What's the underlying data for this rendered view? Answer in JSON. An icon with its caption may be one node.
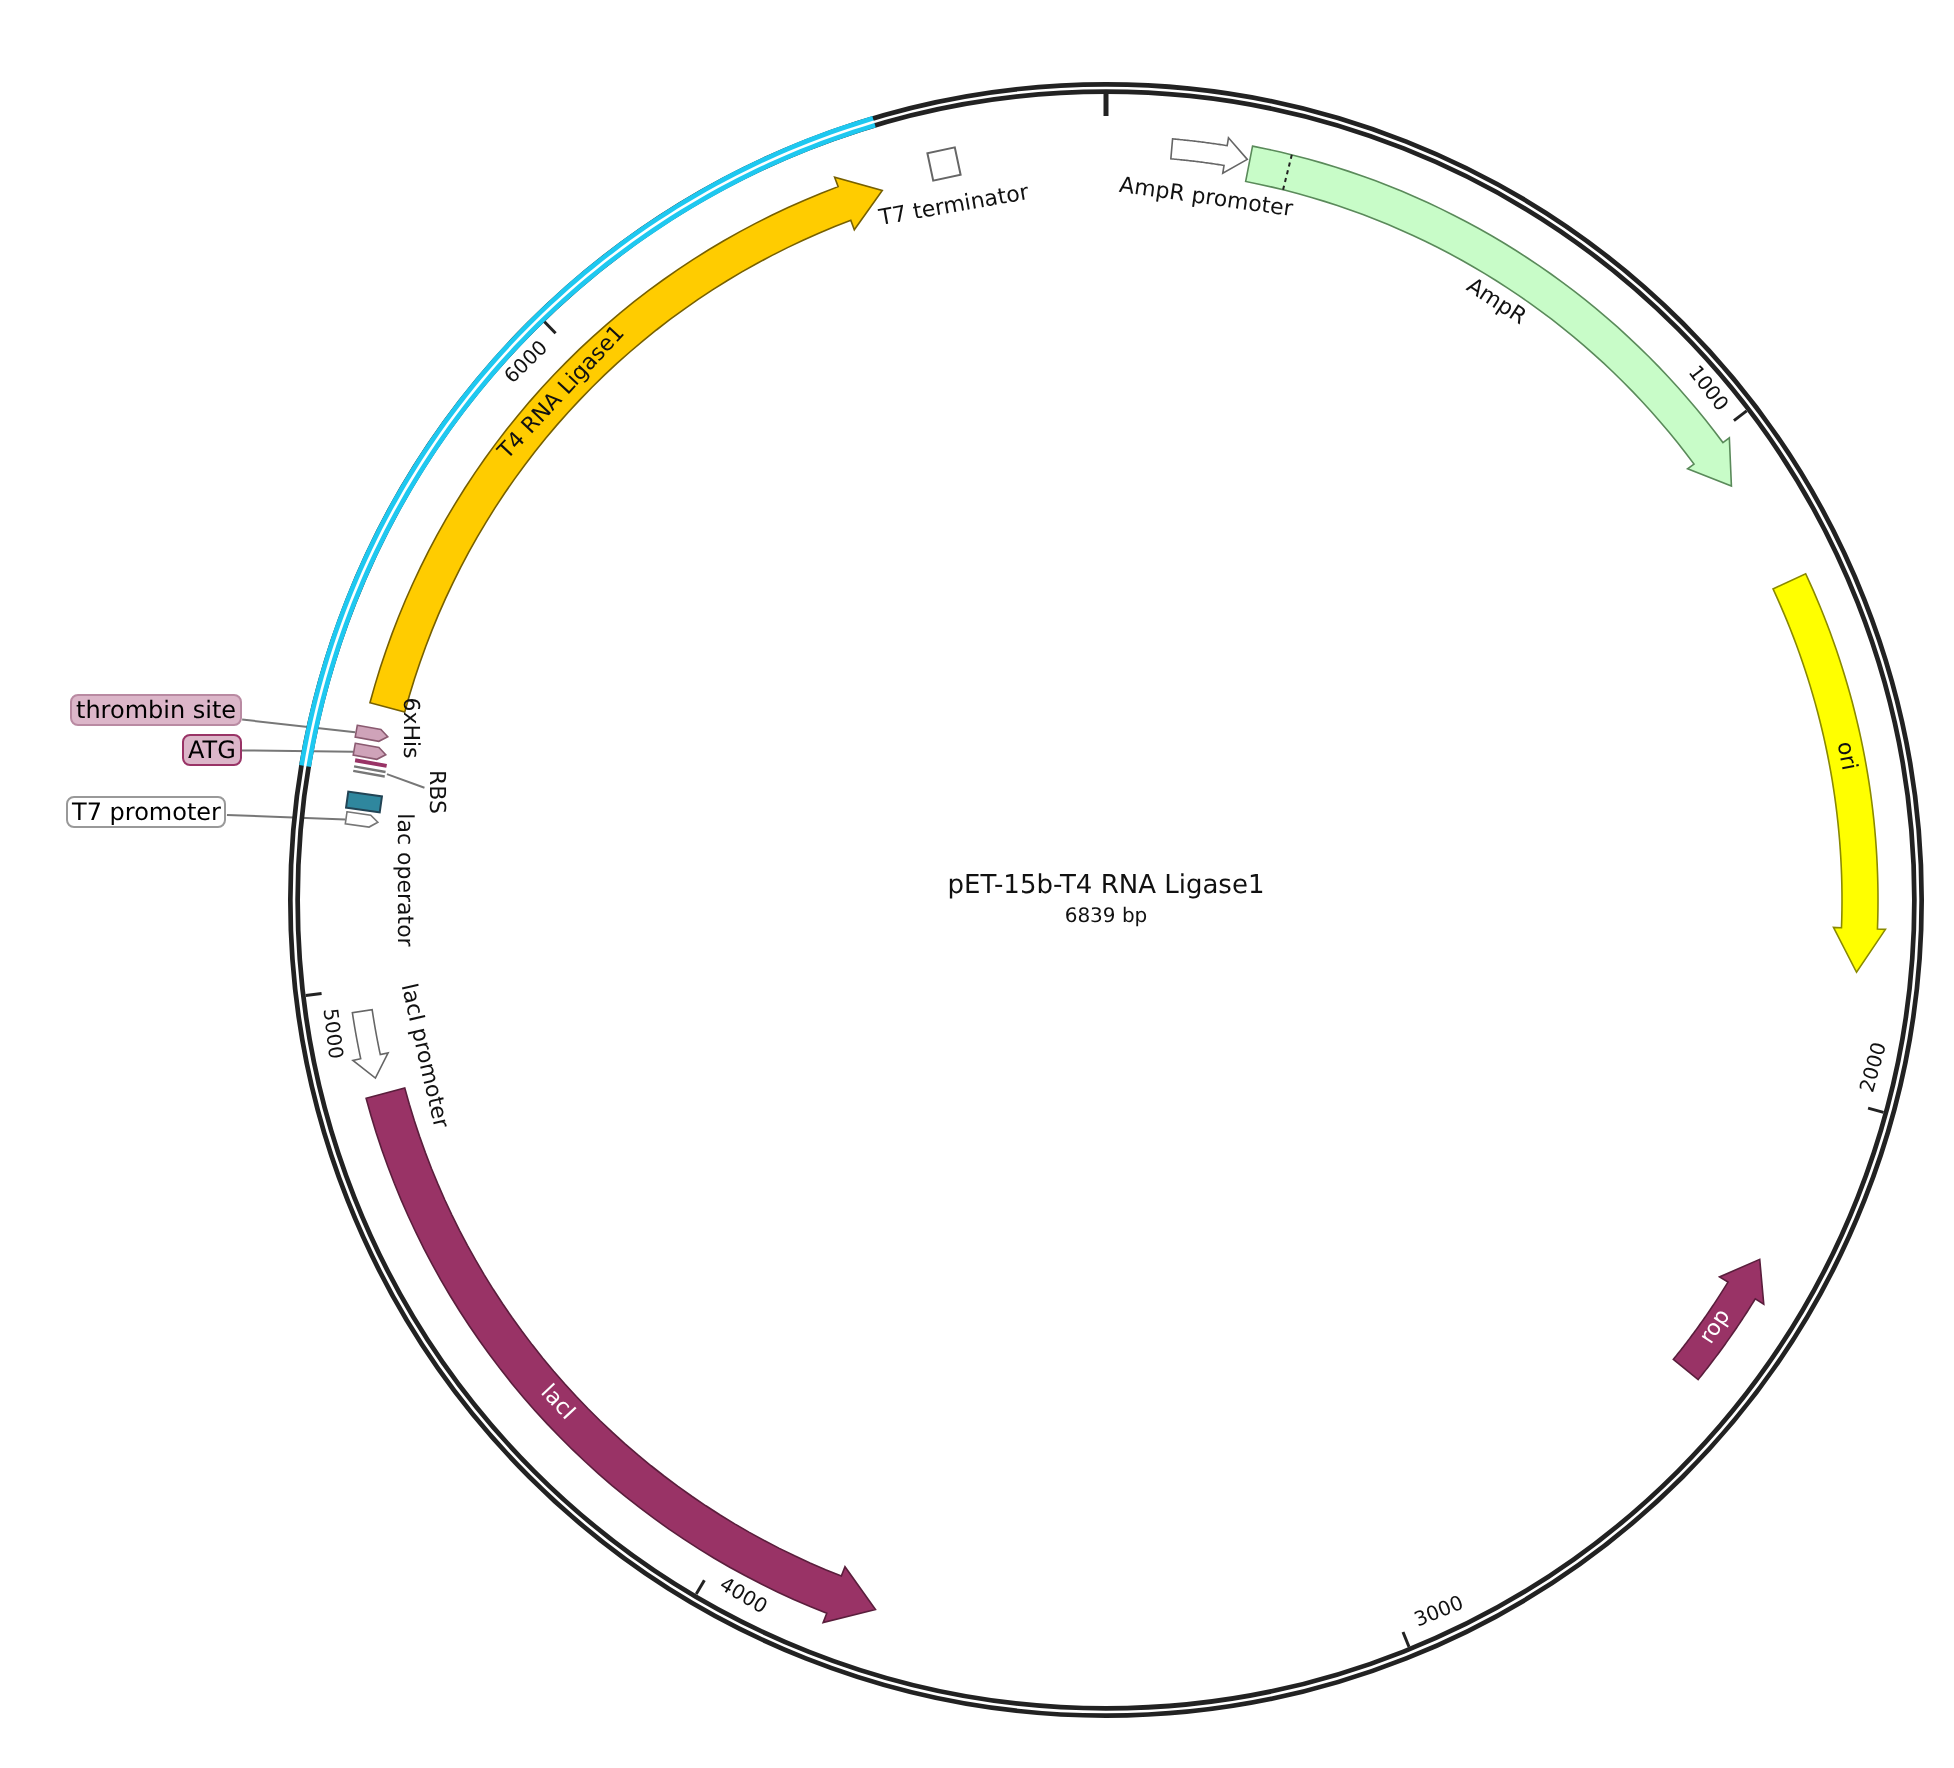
{
  "diagram": {
    "title": "pET-15b-T4 RNA Ligase1",
    "nodes": [
      {
        "text": [
          "thrombin site"
        ]
      },
      {
        "text": [
          "ATG"
        ]
      },
      {
        "text": [
          "T7 promoter"
        ]
      },
      {
        "text": [],
        "shape": "arrow"
      },
      {
        "text": [],
        "shape": "arrow"
      },
      {
        "text": [],
        "shape": "bar"
      },
      {
        "text": [
          "RBS"
        ]
      },
      {
        "text": [
          "lac operator"
        ]
      },
      {
        "text": [],
        "shape": "arrow"
      },
      {
        "text": [
          "T4 RNA Ligase1"
        ]
      },
      {
        "text": [
          "T7 terminator"
        ]
      },
      {
        "text": [
          "AmpR promoter"
        ]
      },
      {
        "text": [
          "AmpR"
        ]
      },
      {
        "text": [
          "ori"
        ]
      },
      {
        "text": [
          "rop"
        ]
      },
      {
        "text": [
          "lacI promoter"
        ]
      },
      {
        "text": [
          "lacI"
        ]
      }
    ],
    "edges": [
      {
        "from": 0,
        "to": 3,
        "arrow": "none"
      },
      {
        "from": 1,
        "to": 4,
        "arrow": "none"
      },
      {
        "from": 2,
        "to": 8,
        "arrow": "none"
      },
      {
        "from": 6,
        "to": 5,
        "arrow": "none"
      }
    ],
    "labels": [
      "1000",
      "2000",
      "3000",
      "4000",
      "5000",
      "6000",
      "6xHis",
      "6839 bp"
    ]
  }
}
